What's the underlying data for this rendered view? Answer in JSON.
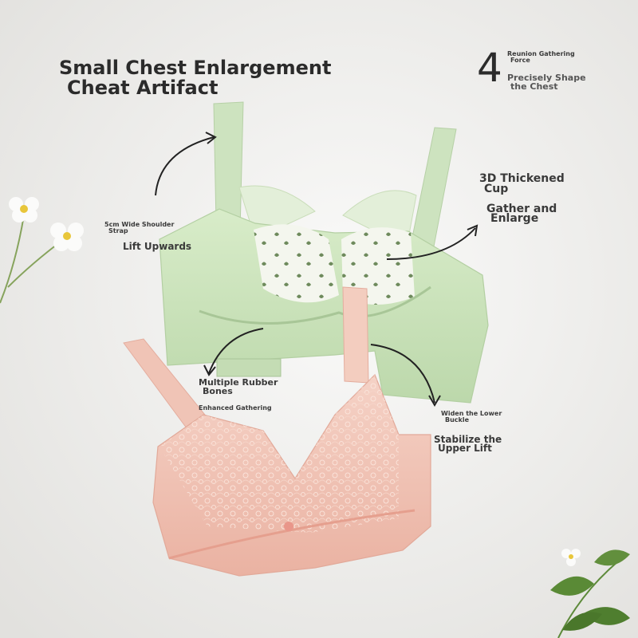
{
  "title": {
    "line1": "Small Chest Enlargement",
    "line2": "Cheat Artifact"
  },
  "feature_number": "4",
  "labels": {
    "reunion_1": "Reunion Gathering",
    "reunion_2": "Force",
    "precise_1": "Precisely Shape",
    "precise_2": "the Chest",
    "cup_1": "3D Thickened",
    "cup_2": "Cup",
    "gather_1": "Gather and",
    "gather_2": "Enlarge",
    "strap_1": "5cm Wide Shoulder",
    "strap_2": "Strap",
    "lift": "Lift Upwards",
    "bones_1": "Multiple Rubber",
    "bones_2": "Bones",
    "enhanced": "Enhanced Gathering",
    "buckle_1": "Widen the Lower",
    "buckle_2": "Buckle",
    "stabilize_1": "Stabilize the",
    "stabilize_2": "Upper Lift"
  },
  "colors": {
    "background": "#ecebe9",
    "green_bra": "#cfe5c2",
    "pink_bra": "#f1c3b5",
    "text": "#2b2b2b"
  }
}
